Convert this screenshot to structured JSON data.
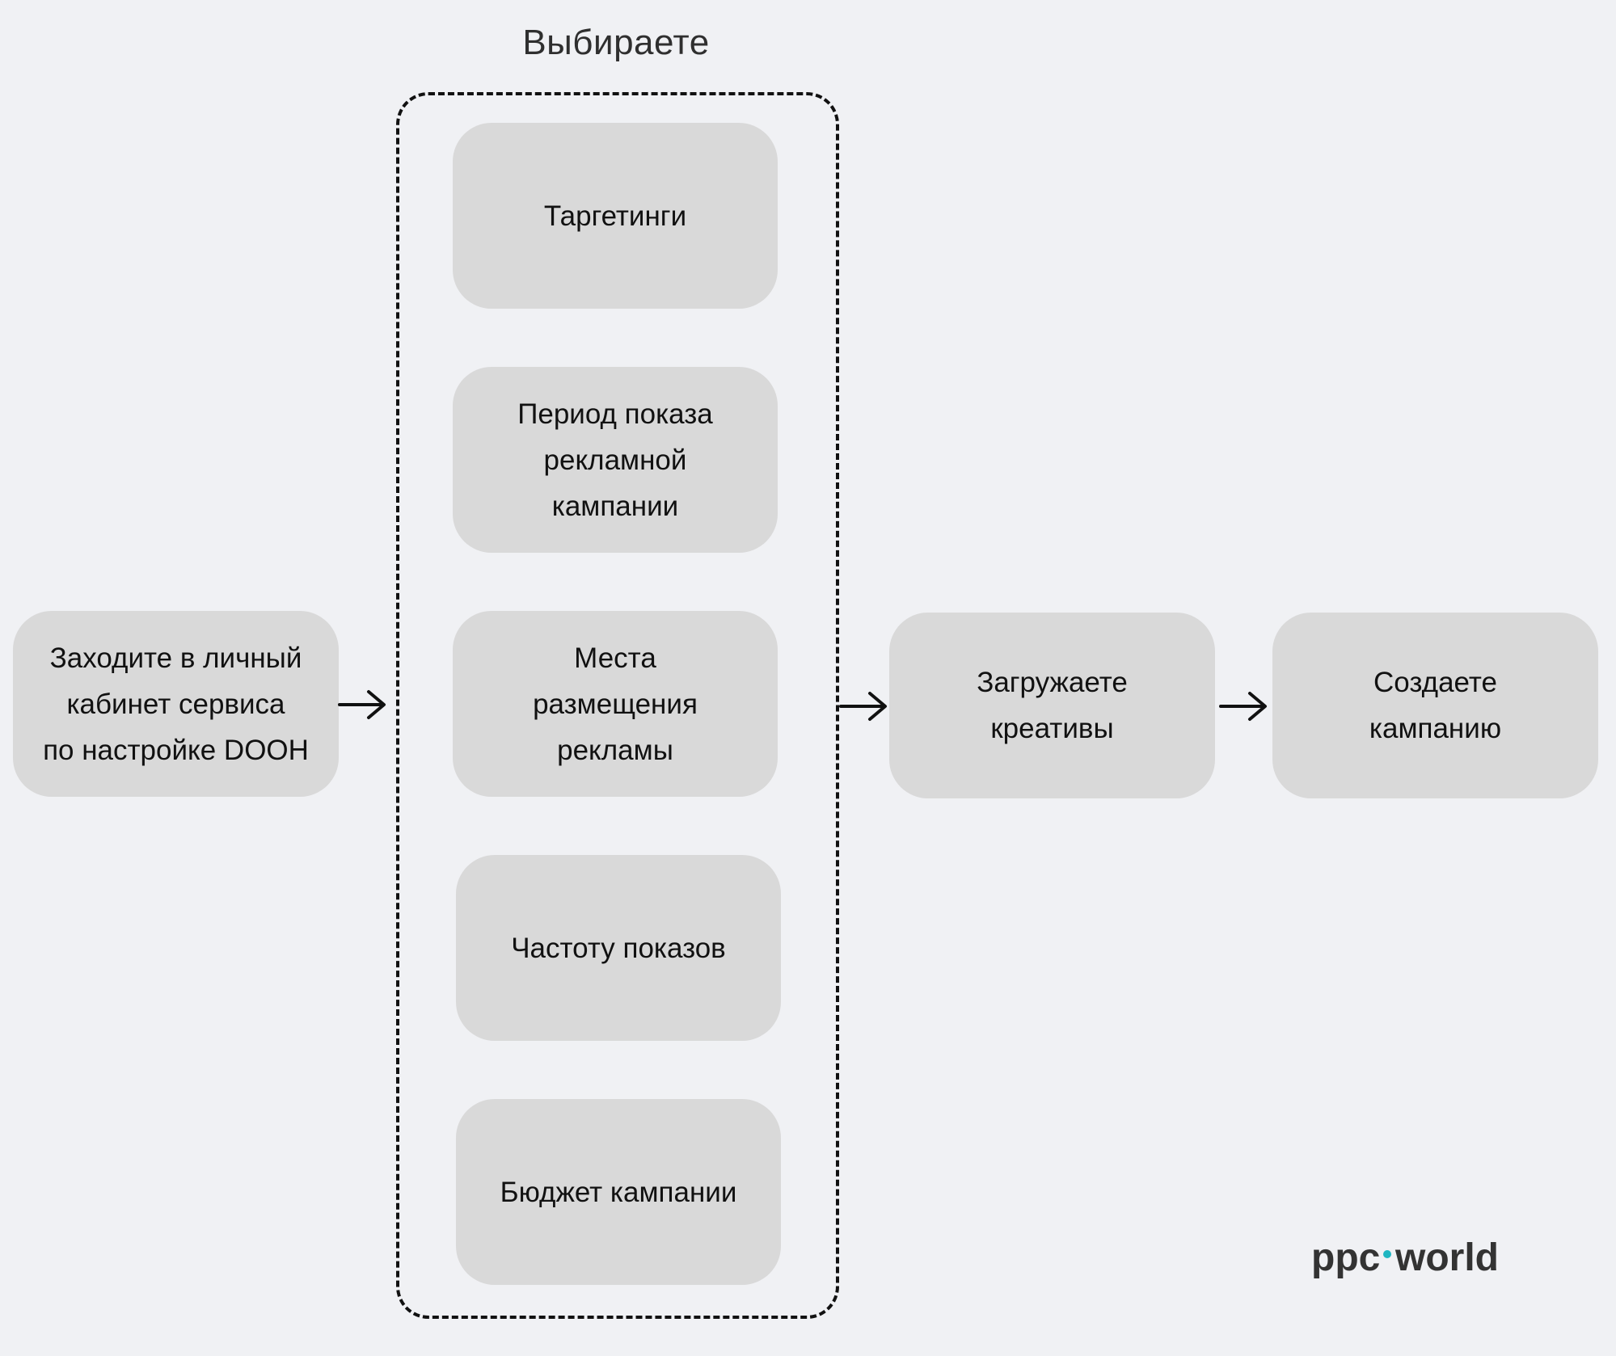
{
  "group": {
    "title": "Выбираете",
    "items": [
      {
        "label": "Таргетинги"
      },
      {
        "label": "Период показа\nрекламной\nкампании"
      },
      {
        "label": "Места\nразмещения\nрекламы"
      },
      {
        "label": "Частоту показов"
      },
      {
        "label": "Бюджет кампании"
      }
    ]
  },
  "steps": {
    "login": "Заходите в личный\nкабинет сервиса\nпо настройке DOOH",
    "upload": "Загружаете\nкреативы",
    "create": "Создаете\nкампанию"
  },
  "logo": {
    "text_left": "ppc",
    "text_right": "world",
    "dot_color": "#1fb6c1",
    "text_color": "#333333"
  },
  "colors": {
    "background": "#f0f1f4",
    "box": "#d9d9d9",
    "line": "#111111"
  }
}
